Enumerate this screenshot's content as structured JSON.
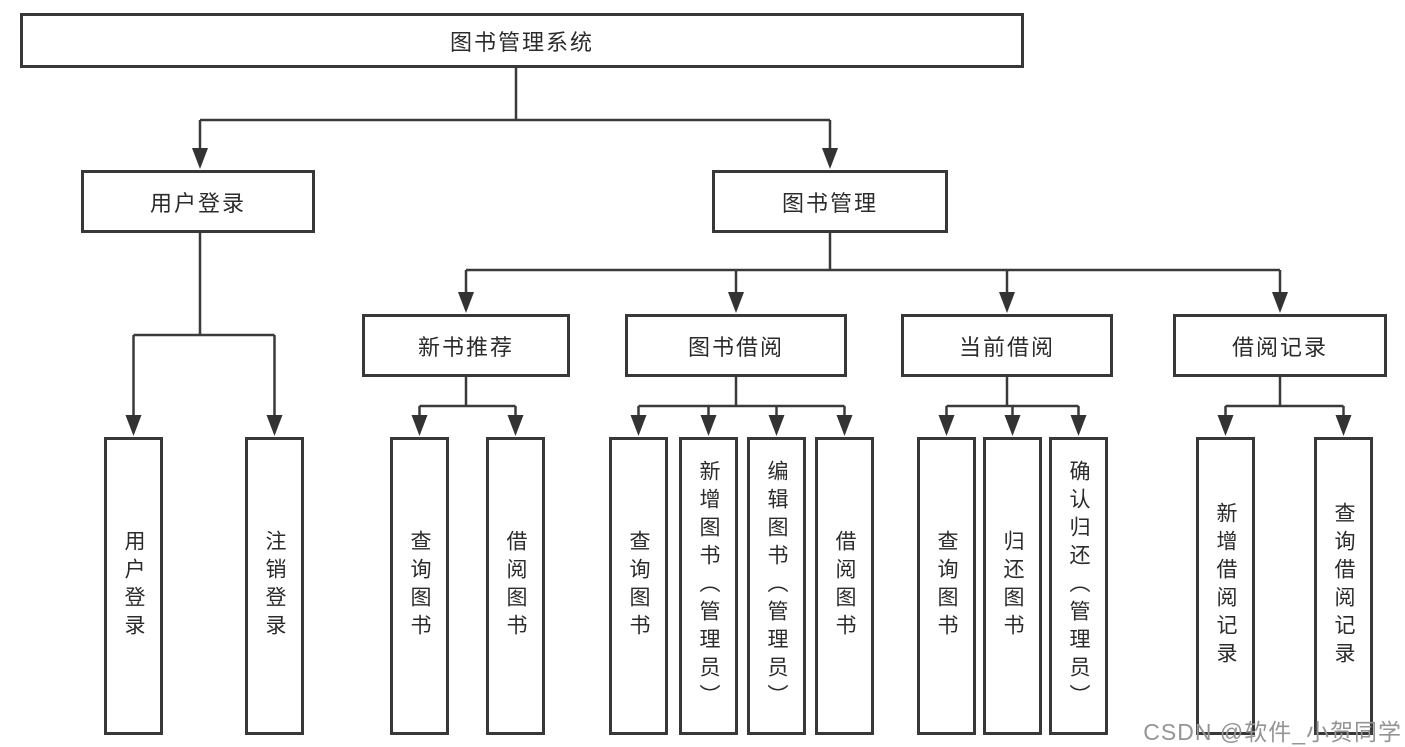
{
  "diagram": {
    "title_node": {
      "label": "图书管理系统"
    },
    "level2_nodes": [
      {
        "label": "用户登录"
      },
      {
        "label": "图书管理"
      }
    ],
    "level3_nodes": [
      {
        "label": "新书推荐",
        "parent": "图书管理"
      },
      {
        "label": "图书借阅",
        "parent": "图书管理"
      },
      {
        "label": "当前借阅",
        "parent": "图书管理"
      },
      {
        "label": "借阅记录",
        "parent": "图书管理"
      }
    ],
    "leaf_nodes": [
      {
        "label": "用户登录",
        "parent": "用户登录"
      },
      {
        "label": "注销登录",
        "parent": "用户登录"
      },
      {
        "label": "查询图书",
        "parent": "新书推荐"
      },
      {
        "label": "借阅图书",
        "parent": "新书推荐"
      },
      {
        "label": "查询图书",
        "parent": "图书借阅"
      },
      {
        "label": "新增图书（管理员）",
        "parent": "图书借阅"
      },
      {
        "label": "编辑图书（管理员）",
        "parent": "图书借阅"
      },
      {
        "label": "借阅图书",
        "parent": "图书借阅"
      },
      {
        "label": "查询图书",
        "parent": "当前借阅"
      },
      {
        "label": "归还图书",
        "parent": "当前借阅"
      },
      {
        "label": "确认归还（管理员）",
        "parent": "当前借阅"
      },
      {
        "label": "新增借阅记录",
        "parent": "借阅记录"
      },
      {
        "label": "查询借阅记录",
        "parent": "借阅记录"
      }
    ]
  },
  "watermark": {
    "text": "CSDN @软件_小贺同学"
  },
  "colors": {
    "line": "#3a3a3a",
    "box_border": "#383838",
    "text": "#2b2b2b",
    "background": "#ffffff",
    "watermark": "#949494"
  }
}
